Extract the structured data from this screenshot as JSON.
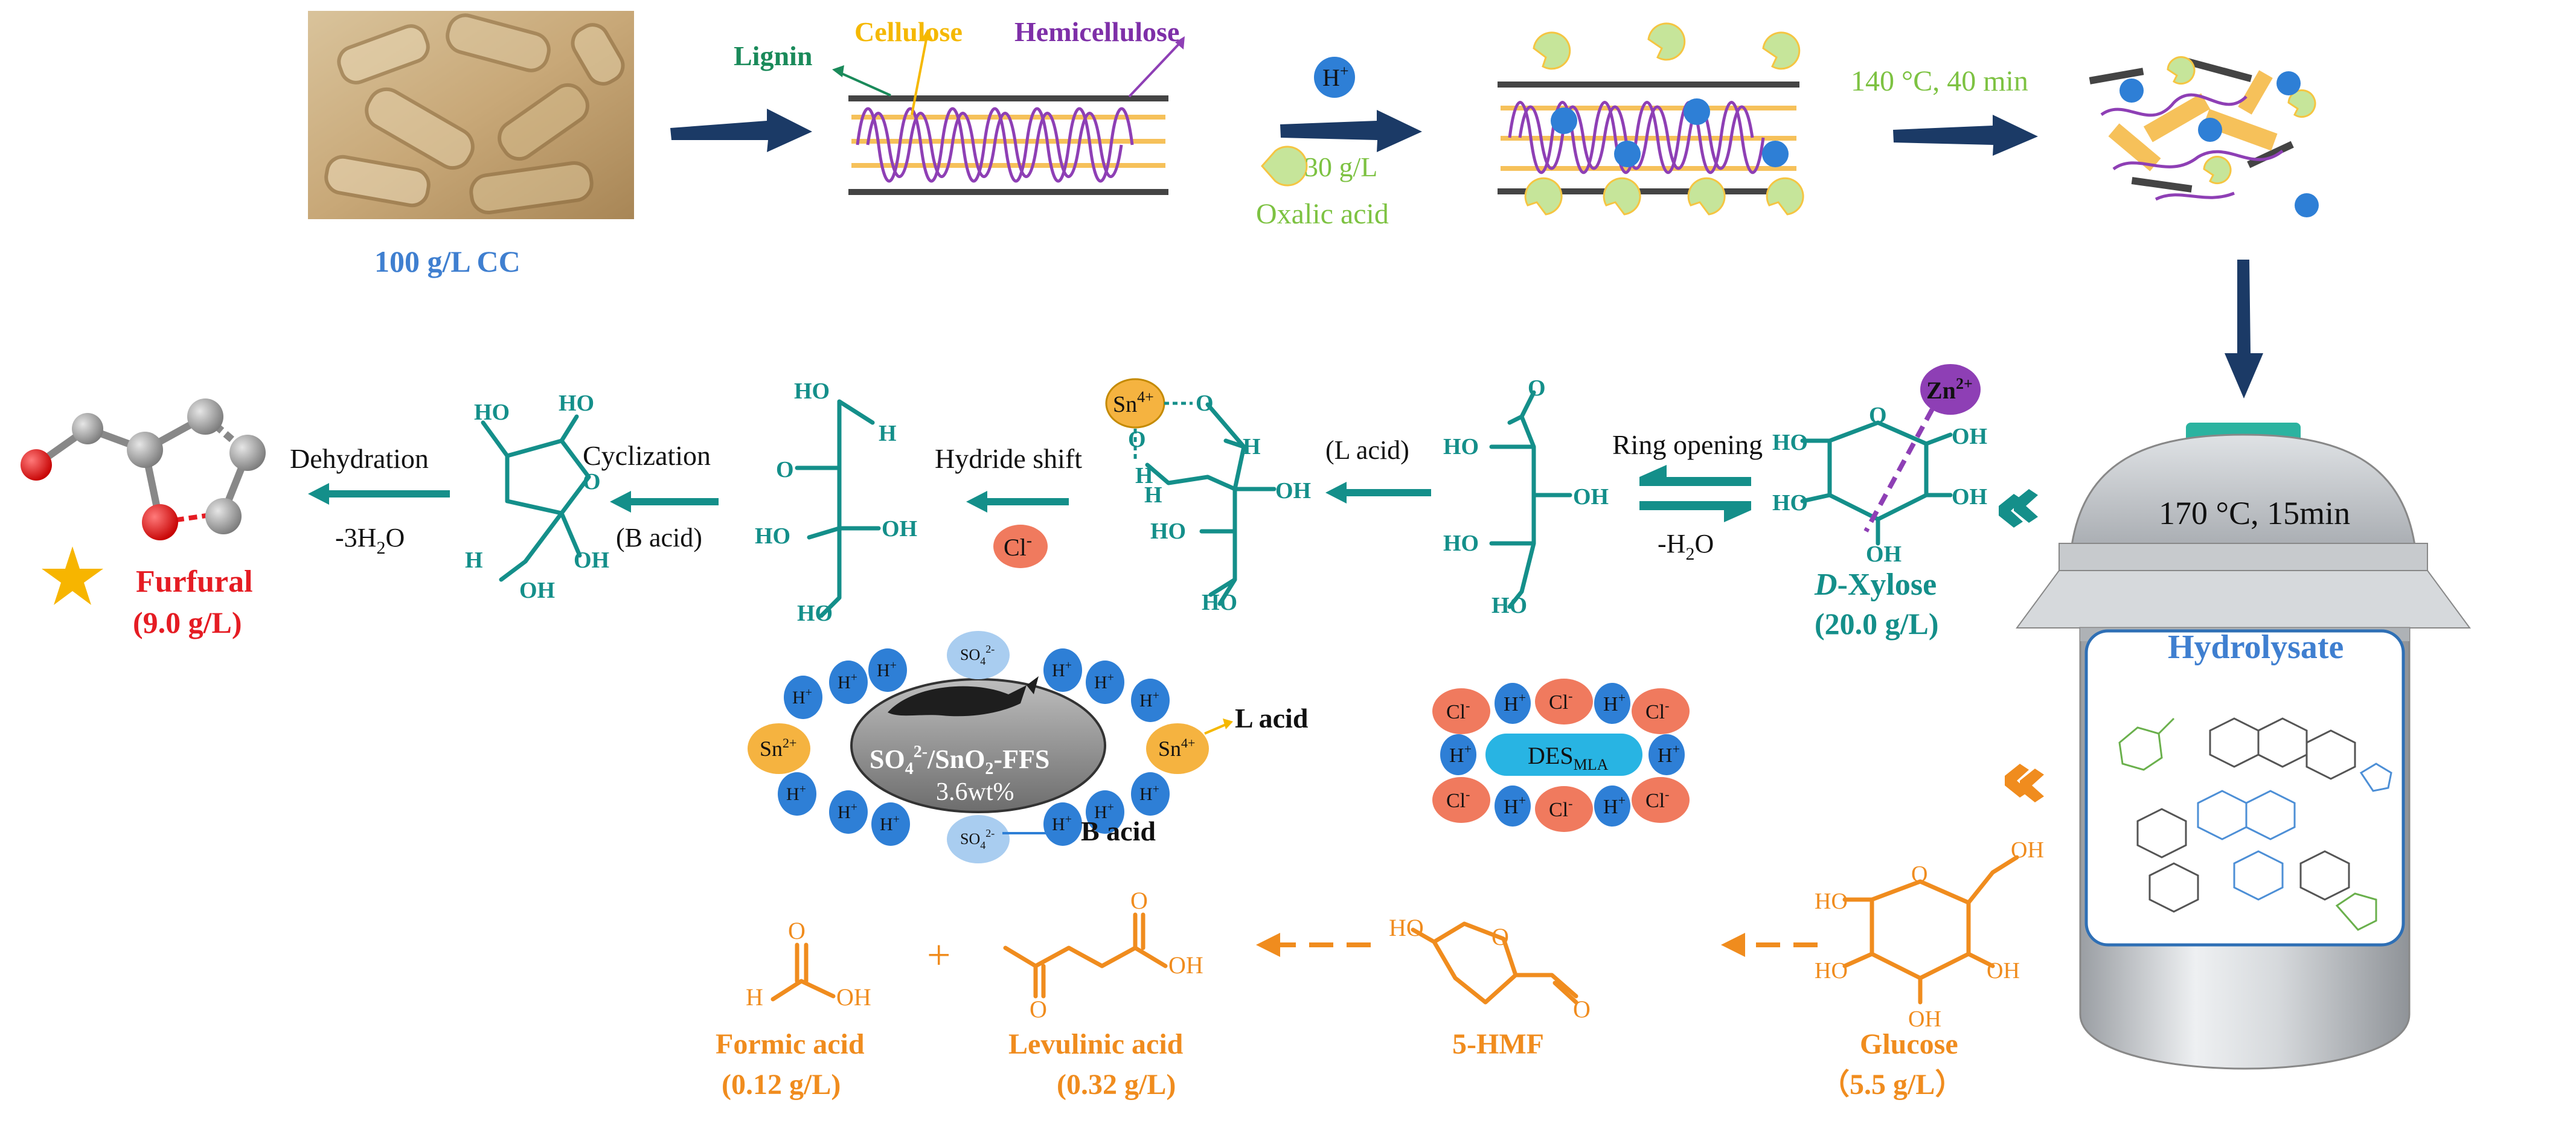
{
  "top": {
    "feed_label": "100 g/L CC",
    "lignin_label": "Lignin",
    "cellulose_label": "Cellulose",
    "hemicellulose_label": "Hemicellulose",
    "h_plus": "H",
    "h_sup": "+",
    "oxalic_conc": "30 g/L",
    "oxalic_name": "Oxalic acid",
    "pretreat_condition": "140 °C, 40 min"
  },
  "reactor": {
    "condition": "170 °C, 15min",
    "content_label": "Hydrolysate"
  },
  "middle": {
    "dehydration": "Dehydration",
    "minus_water_pre": "-3H",
    "minus_water_sub": "2",
    "minus_water_post": "O",
    "cyclization": "Cyclization",
    "b_acid_paren": "(B acid)",
    "hydride_shift": "Hydride shift",
    "l_acid_paren": "(L acid)",
    "ring_opening": "Ring opening",
    "minus_h2o_pre": "-H",
    "minus_h2o_sub": "2",
    "minus_h2o_post": "O",
    "xylose_italic": "D",
    "xylose_rest": "-Xylose",
    "xylose_conc": "(20.0 g/L)",
    "furfural_name": "Furfural",
    "furfural_conc": "(9.0 g/L)",
    "zn_ion": "Zn",
    "zn_sup": "2+",
    "sn4": "Sn",
    "sn4_sup": "4+",
    "sn2": "Sn",
    "sn2_sup": "2+",
    "cl_ion": "Cl",
    "cl_sup": "-",
    "oh": "OH",
    "ho": "HO",
    "o": "O",
    "h": "H"
  },
  "catalyst": {
    "name_line1_a": "SO",
    "name_line1_sub": "4",
    "name_line1_sup": "2-",
    "name_line1_b": "/SnO",
    "name_line1_sub2": "2",
    "name_line1_c": "-FFS",
    "loading": "3.6wt%",
    "so4": "SO",
    "so4_sub": "4",
    "so4_sup": "2-",
    "l_acid": "L acid",
    "b_acid": "B acid"
  },
  "des": {
    "label": "DES",
    "label_sub": "MLA"
  },
  "bottom": {
    "formic_name": "Formic acid",
    "formic_conc": "(0.12 g/L)",
    "plus": "+",
    "levulinic_name": "Levulinic acid",
    "levulinic_conc": "(0.32 g/L)",
    "hmf_name": "5-HMF",
    "glucose_name": "Glucose",
    "glucose_conc": "（5.5 g/L）"
  },
  "colors": {
    "navy_arrow": "#1b3a66",
    "teal": "#148f8a",
    "orange": "#f08c1e",
    "blue_label": "#3f7fd0",
    "h_ion": "#2e7fd6",
    "cl_ion": "#f07a5e",
    "sn_ion": "#f5b340",
    "so4_ion": "#a9cdf0",
    "zn_ion": "#8e3fb5",
    "des_box": "#28b4e3",
    "oxalic": "#c6e59a"
  }
}
